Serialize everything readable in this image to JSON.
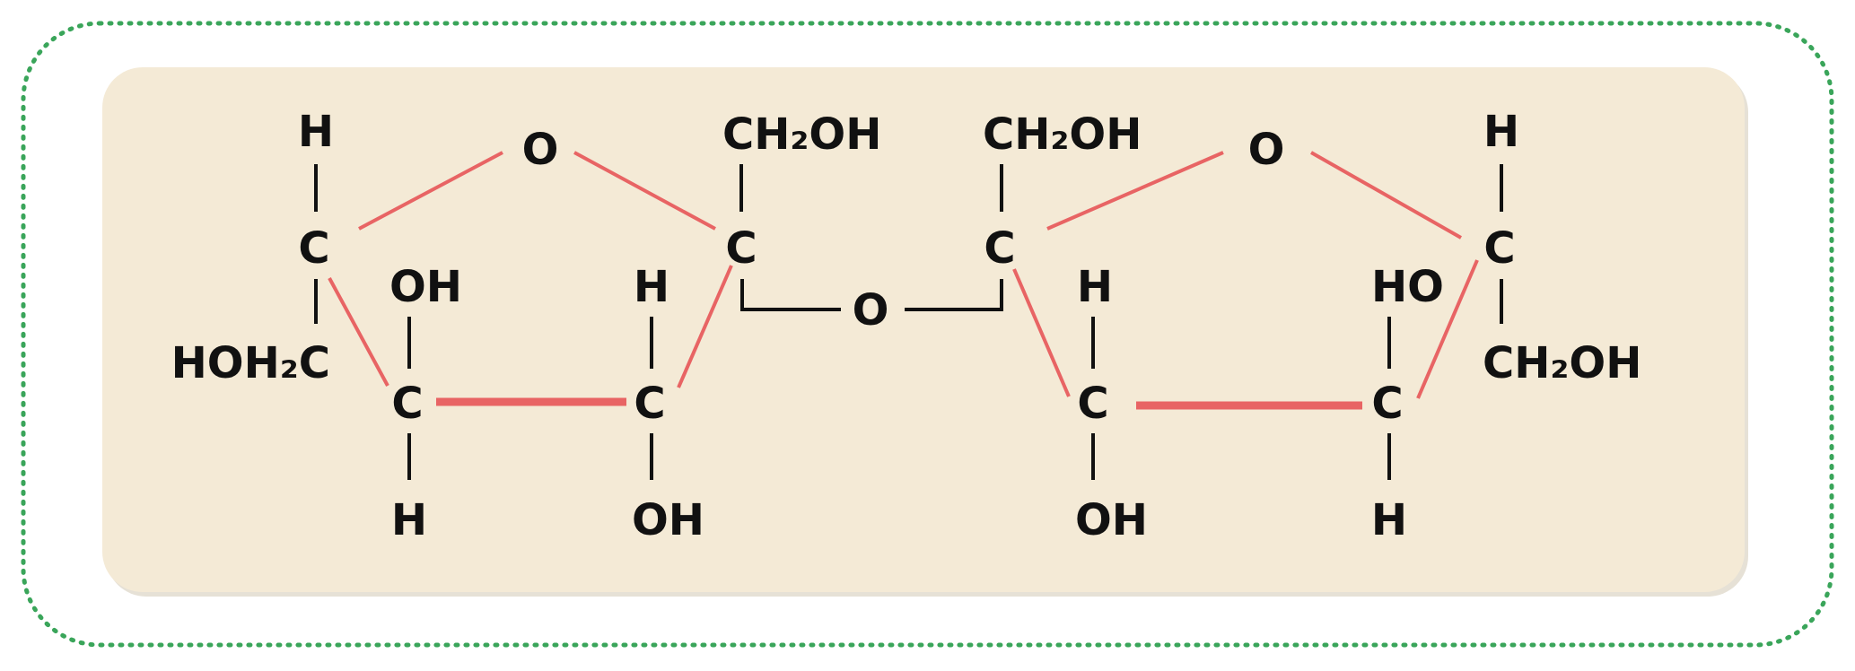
{
  "colors": {
    "panel_fill": "#f4ead6",
    "dotted_border": "#3aa55a",
    "ring_bond": "#e86464",
    "bond": "#111111",
    "text": "#111111"
  },
  "molecule": {
    "left_ring": {
      "top_h": "H",
      "oxygen": "O",
      "c1": "C",
      "c2": "C",
      "c3": "C",
      "c4": "C",
      "c1_sub": "HOH₂C",
      "c2_top": "OH",
      "c2_bottom": "H",
      "c3_top": "H",
      "c3_bottom": "OH",
      "c4_top": "CH₂OH"
    },
    "bridge_oxygen": "O",
    "right_ring": {
      "c1_top": "CH₂OH",
      "oxygen": "O",
      "top_h": "H",
      "c1": "C",
      "c2": "C",
      "c3": "C",
      "c4": "C",
      "c2_top": "H",
      "c2_bottom": "OH",
      "c3_top": "HO",
      "c3_bottom": "H",
      "c4_sub": "CH₂OH"
    }
  }
}
